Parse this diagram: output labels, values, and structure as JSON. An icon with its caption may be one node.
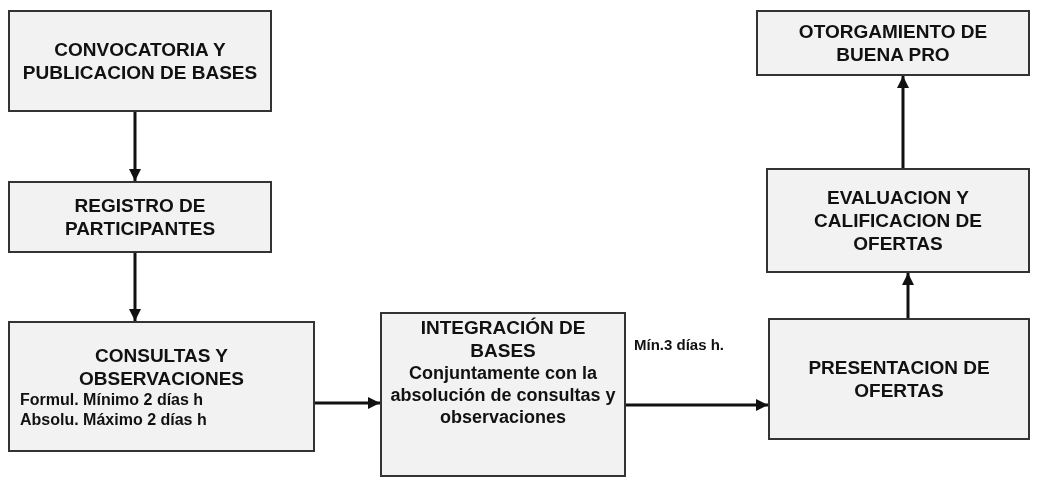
{
  "diagram": {
    "nodes": [
      {
        "text": [
          "CONVOCATORIA Y PUBLICACION DE BASES"
        ]
      },
      {
        "text": [
          "REGISTRO DE PARTICIPANTES"
        ]
      },
      {
        "text": [
          "CONSULTAS Y OBSERVACIONES",
          "Formul. Mínimo 2 días h",
          "Absolu. Máximo 2 días h"
        ]
      },
      {
        "text": [
          "INTEGRACIÓN DE BASES",
          "Conjuntamente con la absolución de consultas y observaciones"
        ]
      },
      {
        "text": [
          "PRESENTACION DE OFERTAS"
        ]
      },
      {
        "text": [
          "EVALUACION Y CALIFICACION DE OFERTAS"
        ]
      },
      {
        "text": [
          "OTORGAMIENTO DE BUENA PRO"
        ]
      }
    ],
    "edges": [
      {
        "from": 0,
        "to": 1,
        "arrow": "to"
      },
      {
        "from": 1,
        "to": 2,
        "arrow": "to"
      },
      {
        "from": 2,
        "to": 3,
        "arrow": "to"
      },
      {
        "from": 3,
        "to": 4,
        "arrow": "to",
        "label": "Mín.3  días h."
      },
      {
        "from": 4,
        "to": 5,
        "arrow": "to"
      },
      {
        "from": 5,
        "to": 6,
        "arrow": "to"
      }
    ]
  }
}
